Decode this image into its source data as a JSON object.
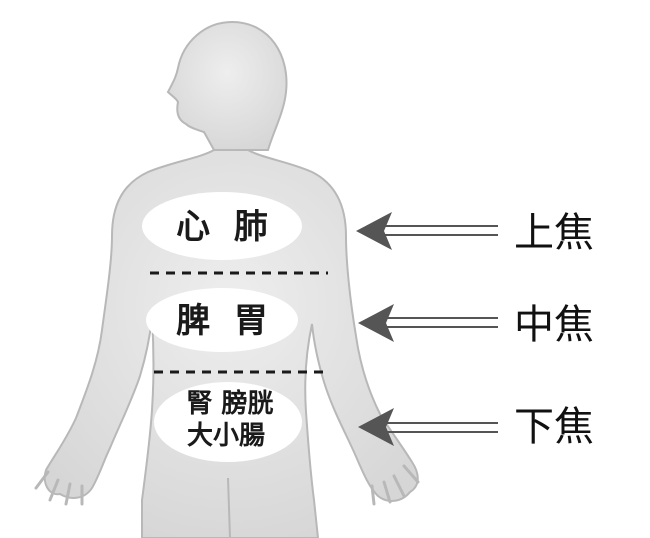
{
  "regions": [
    {
      "id": "upper",
      "organ_lines": [
        "心  肺"
      ],
      "jiao_label": "上焦"
    },
    {
      "id": "middle",
      "organ_lines": [
        "脾  胃"
      ],
      "jiao_label": "中焦"
    },
    {
      "id": "lower",
      "organ_lines": [
        "腎 膀胱",
        "大小腸"
      ],
      "jiao_label": "下焦"
    }
  ],
  "colors": {
    "body_fill": "#e4e4e4",
    "body_stroke": "#b8b8b8",
    "organ_oval": "#ffffff",
    "divider": "#1a1a1a",
    "arrow": "#555555",
    "text": "#111111"
  },
  "icons": {
    "arrow": "left-arrow-icon"
  }
}
